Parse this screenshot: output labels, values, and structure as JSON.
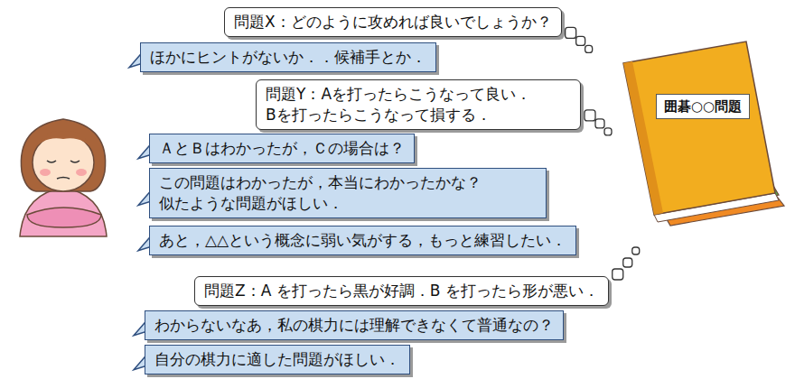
{
  "diagram": {
    "nodes": [
      {
        "text": [
          "問題X：どのように攻めれば良いでしょうか？"
        ]
      },
      {
        "text": [
          "ほかにヒントがないか．．候補手とか．"
        ]
      },
      {
        "text": [
          "問題Y：Aを打ったらこうなって良い． Bを打ったらこうなって損する．"
        ]
      },
      {
        "text": [
          "ＡとＢはわかったが，Ｃの場合は？"
        ]
      },
      {
        "text": [
          "この問題はわかったが，本当にわかったかな？ 似たような問題がほしい．"
        ]
      },
      {
        "text": [
          "あと，△△という概念に弱い気がする，もっと練習したい．"
        ]
      },
      {
        "text": [
          "問題Z：A を打ったら黒が好調．B を打ったら形が悪い．"
        ]
      },
      {
        "text": [
          "わからないなあ，私の棋力には理解できなくて普通なの？"
        ]
      },
      {
        "text": [
          "自分の棋力に適した問題がほしい．"
        ]
      },
      {
        "text": [
          "囲碁○○問題"
        ]
      }
    ]
  }
}
